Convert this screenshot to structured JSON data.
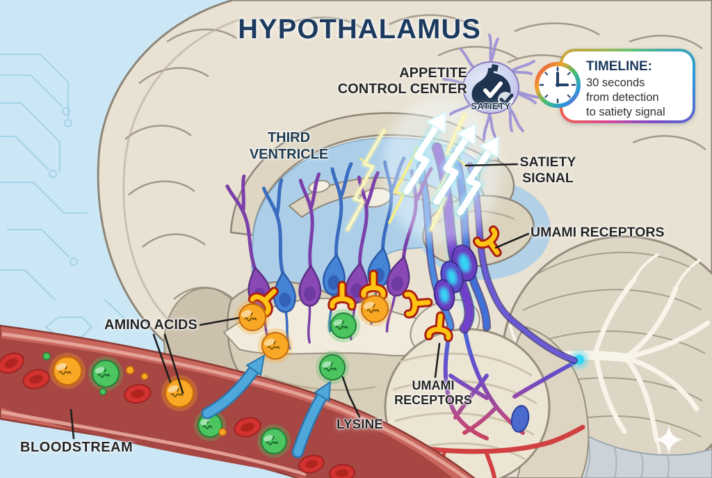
{
  "title": {
    "text": "HYPOTHALAMUS"
  },
  "labels": {
    "appetite": {
      "line1": "APPETITE",
      "line2": "CONTROL CENTER"
    },
    "satiety_badge": "SATIETY",
    "third_ventricle": {
      "line1": "THIRD",
      "line2": "VENTRICLE"
    },
    "satiety_signal": {
      "line1": "SATIETY",
      "line2": "SIGNAL"
    },
    "umami_receptors_right": "UMAMI RECEPTORS",
    "umami_receptors_bottom": {
      "line1": "UMAMI",
      "line2": "RECEPTORS"
    },
    "amino_acids": "AMINO ACIDS",
    "lysine": "LYSINE",
    "bloodstream": "BLOODSTREAM"
  },
  "timeline_card": {
    "heading": "TIMELINE:",
    "lines": [
      "30 seconds",
      "from detection",
      "to satiety signal"
    ]
  },
  "palette": {
    "background": "#cbe7f5",
    "title_navy": "#1c3a5e",
    "label_black": "#232323",
    "ventricle_blue": "#accee8",
    "vessel_red": "#c8655c",
    "vessel_lumen": "#a64743",
    "rbc_red": "#d23230",
    "amino_orange": "#f9a825",
    "amino_green": "#4cc45f",
    "receptor_yellow": "#ffc413",
    "receptor_outline": "#a81d12",
    "neuron_purple": "#8a48b4",
    "neuron_blue": "#4583d6",
    "signal_cyan": "#35d6f5",
    "lightning_yellow": "#f5ee8a",
    "arrow_blue": "#4fa8dc"
  }
}
